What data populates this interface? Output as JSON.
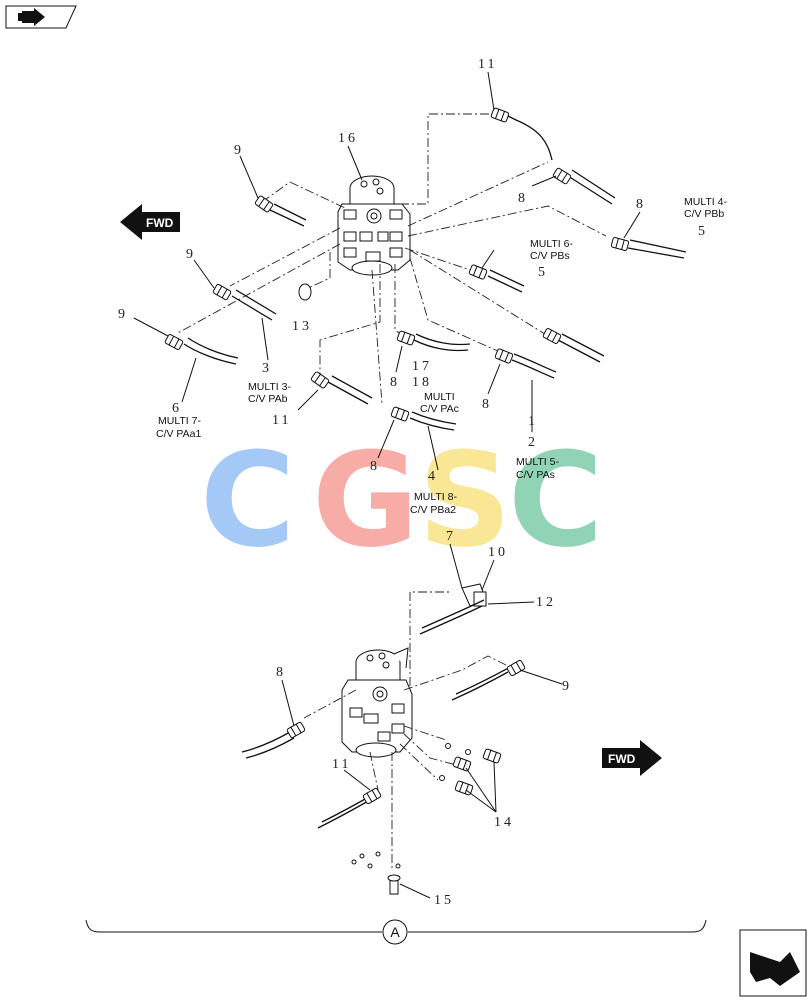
{
  "watermark": {
    "letters": [
      "C",
      "G",
      "S",
      "C"
    ],
    "colors": [
      "#7fb3f5",
      "#f58a82",
      "#f7dd6a",
      "#62c196"
    ]
  },
  "fwd_label": "FWD",
  "view_label": "A",
  "callouts": [
    "11",
    "16",
    "9",
    "8",
    "MULTI 4-",
    "C/V PBb",
    "5",
    "8",
    "MULTI 6-",
    "C/V PBs",
    "5",
    "9",
    "13",
    "9",
    "3",
    "MULTI 3-",
    "C/V PAb",
    "8",
    "17",
    "18",
    "MULTI",
    "C/V PAc",
    "8",
    "1",
    "2",
    "6",
    "MULTI 7-",
    "C/V PAa1",
    "11",
    "8",
    "4",
    "MULTI 5-",
    "C/V PAs",
    "MULTI 8-",
    "C/V PBa2",
    "7",
    "10",
    "12",
    "8",
    "9",
    "11",
    "14",
    "15"
  ],
  "icons": [
    "arrow-right-icon",
    "nav-return-icon"
  ]
}
